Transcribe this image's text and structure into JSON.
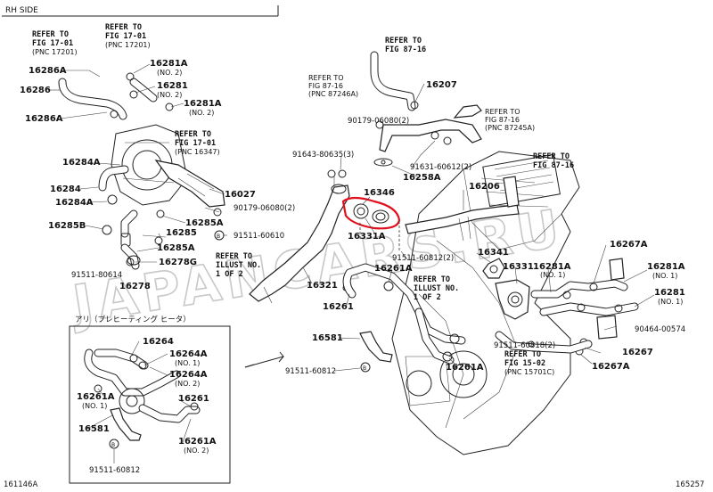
{
  "header": {
    "side_label": "RH SIDE"
  },
  "footer": {
    "left_code": "161146A",
    "right_code": "165257"
  },
  "watermark": "JAPANCARS.RU",
  "inset": {
    "title": "アリ（プレヒーティング ヒータ）"
  },
  "highlight_color": "#e0101e",
  "labels": [
    {
      "id": "l_16286A_a",
      "text": "16286A"
    },
    {
      "id": "l_16286",
      "text": "16286"
    },
    {
      "id": "l_16286A_b",
      "text": "16286A"
    },
    {
      "id": "l_16281A_a",
      "text": "16281A"
    },
    {
      "id": "l_16281A_a_n",
      "text": "(NO. 2)"
    },
    {
      "id": "l_16281_a",
      "text": "16281"
    },
    {
      "id": "l_16281_a_n",
      "text": "(NO. 2)"
    },
    {
      "id": "l_16281A_b",
      "text": "16281A"
    },
    {
      "id": "l_16281A_b_n",
      "text": "(NO. 2)"
    },
    {
      "id": "l_16284A_a",
      "text": "16284A"
    },
    {
      "id": "l_16284",
      "text": "16284"
    },
    {
      "id": "l_16284A_b",
      "text": "16284A"
    },
    {
      "id": "l_16285B",
      "text": "16285B"
    },
    {
      "id": "l_16285",
      "text": "16285"
    },
    {
      "id": "l_16285A_a",
      "text": "16285A"
    },
    {
      "id": "l_16285A_b",
      "text": "16285A"
    },
    {
      "id": "l_16278G",
      "text": "16278G"
    },
    {
      "id": "l_16278",
      "text": "16278"
    },
    {
      "id": "l_91511_80614",
      "text": "91511-80614"
    },
    {
      "id": "l_16027",
      "text": "16027"
    },
    {
      "id": "l_90179_06080_a",
      "text": "90179-06080(2)"
    },
    {
      "id": "l_91511_60610",
      "text": "91511-60610"
    },
    {
      "id": "l_91643_80635",
      "text": "91643-80635(3)"
    },
    {
      "id": "l_16346",
      "text": "16346"
    },
    {
      "id": "l_16331A",
      "text": "16331A"
    },
    {
      "id": "l_16321",
      "text": "16321"
    },
    {
      "id": "l_16207",
      "text": "16207"
    },
    {
      "id": "l_90179_06080_b",
      "text": "90179-06080(2)"
    },
    {
      "id": "l_91631_60612",
      "text": "91631-60612(2)"
    },
    {
      "id": "l_16258A",
      "text": "16258A"
    },
    {
      "id": "l_16206",
      "text": "16206"
    },
    {
      "id": "l_91511_60812_a",
      "text": "91511-60812(2)"
    },
    {
      "id": "l_16261A_a",
      "text": "16261A"
    },
    {
      "id": "l_16261",
      "text": "16261"
    },
    {
      "id": "l_16341",
      "text": "16341"
    },
    {
      "id": "l_16331",
      "text": "16331"
    },
    {
      "id": "l_16281A_c",
      "text": "16281A"
    },
    {
      "id": "l_16281A_c_n",
      "text": "(NO. 1)"
    },
    {
      "id": "l_16267A_a",
      "text": "16267A"
    },
    {
      "id": "l_16281A_d",
      "text": "16281A"
    },
    {
      "id": "l_16281A_d_n",
      "text": "(NO. 1)"
    },
    {
      "id": "l_16281_b",
      "text": "16281"
    },
    {
      "id": "l_16281_b_n",
      "text": "(NO. 1)"
    },
    {
      "id": "l_90464_00574",
      "text": "90464-00574"
    },
    {
      "id": "l_16267",
      "text": "16267"
    },
    {
      "id": "l_16267A_b",
      "text": "16267A"
    },
    {
      "id": "l_91511_60818",
      "text": "91511-60818(2)"
    },
    {
      "id": "l_16581_a",
      "text": "16581"
    },
    {
      "id": "l_91511_60812_b",
      "text": "91511-60812"
    },
    {
      "id": "l_16261A_b",
      "text": "16261A"
    },
    {
      "id": "l_i_16264",
      "text": "16264"
    },
    {
      "id": "l_i_16264A_a",
      "text": "16264A"
    },
    {
      "id": "l_i_16264A_a_n",
      "text": "(NO. 1)"
    },
    {
      "id": "l_i_16264A_b",
      "text": "16264A"
    },
    {
      "id": "l_i_16264A_b_n",
      "text": "(NO. 2)"
    },
    {
      "id": "l_i_16261A_a",
      "text": "16261A"
    },
    {
      "id": "l_i_16261A_a_n",
      "text": "(NO. 1)"
    },
    {
      "id": "l_i_16261",
      "text": "16261"
    },
    {
      "id": "l_i_16581",
      "text": "16581"
    },
    {
      "id": "l_i_16261A_b",
      "text": "16261A"
    },
    {
      "id": "l_i_16261A_b_n",
      "text": "(NO. 2)"
    },
    {
      "id": "l_i_91511_60812",
      "text": "91511-60812"
    }
  ],
  "refs": [
    {
      "id": "r1",
      "lines": [
        "REFER TO",
        "FIG 17-01",
        "(PNC 17201)"
      ]
    },
    {
      "id": "r2",
      "lines": [
        "REFER TO",
        "FIG 17-01",
        "(PNC 17201)"
      ]
    },
    {
      "id": "r3",
      "lines": [
        "REFER TO",
        "FIG 17-01",
        "(PNC 16347)"
      ]
    },
    {
      "id": "r4",
      "lines": [
        "REFER TO",
        "FIG 87-16"
      ]
    },
    {
      "id": "r5",
      "lines": [
        "REFER TO",
        "FIG 87-16",
        "(PNC 87246A)"
      ]
    },
    {
      "id": "r6",
      "lines": [
        "REFER TO",
        "FIG 87-16",
        "(PNC 87245A)"
      ]
    },
    {
      "id": "r7",
      "lines": [
        "REFER TO",
        "FIG 87-16"
      ]
    },
    {
      "id": "r8",
      "lines": [
        "REFER TO",
        "ILLUST NO.",
        "1 OF 2"
      ]
    },
    {
      "id": "r9",
      "lines": [
        "REFER TO",
        "ILLUST NO.",
        "1 OF 2"
      ]
    },
    {
      "id": "r10",
      "lines": [
        "REFER TO",
        "FIG 15-02",
        "(PNC 15701C)"
      ]
    }
  ]
}
